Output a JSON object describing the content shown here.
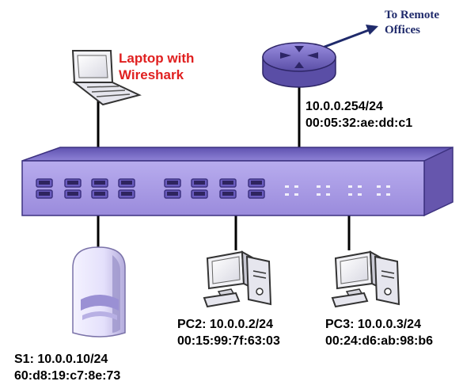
{
  "colors": {
    "switch_face": "#a99be6",
    "switch_top": "#7a6dc6",
    "switch_side": "#6656ad",
    "link": "#000000",
    "laptop_label": "#e02020",
    "remote_label": "#1f2a6b"
  },
  "remote": {
    "line1": "To Remote",
    "line2": "Offices"
  },
  "laptop": {
    "line1": "Laptop with",
    "line2": "Wireshark",
    "icon": "laptop-icon"
  },
  "router": {
    "ip": "10.0.0.254/24",
    "mac": "00:05:32:ae:dd:c1",
    "icon": "router-icon"
  },
  "switch": {
    "icon": "network-switch-icon"
  },
  "s1": {
    "ip": "S1:  10.0.0.10/24",
    "mac": "60:d8:19:c7:8e:73",
    "icon": "server-icon"
  },
  "pc2": {
    "ip": "PC2:  10.0.0.2/24",
    "mac": "00:15:99:7f:63:03",
    "icon": "desktop-pc-icon"
  },
  "pc3": {
    "ip": "PC3:  10.0.0.3/24",
    "mac": "00:24:d6:ab:98:b6",
    "icon": "desktop-pc-icon"
  }
}
